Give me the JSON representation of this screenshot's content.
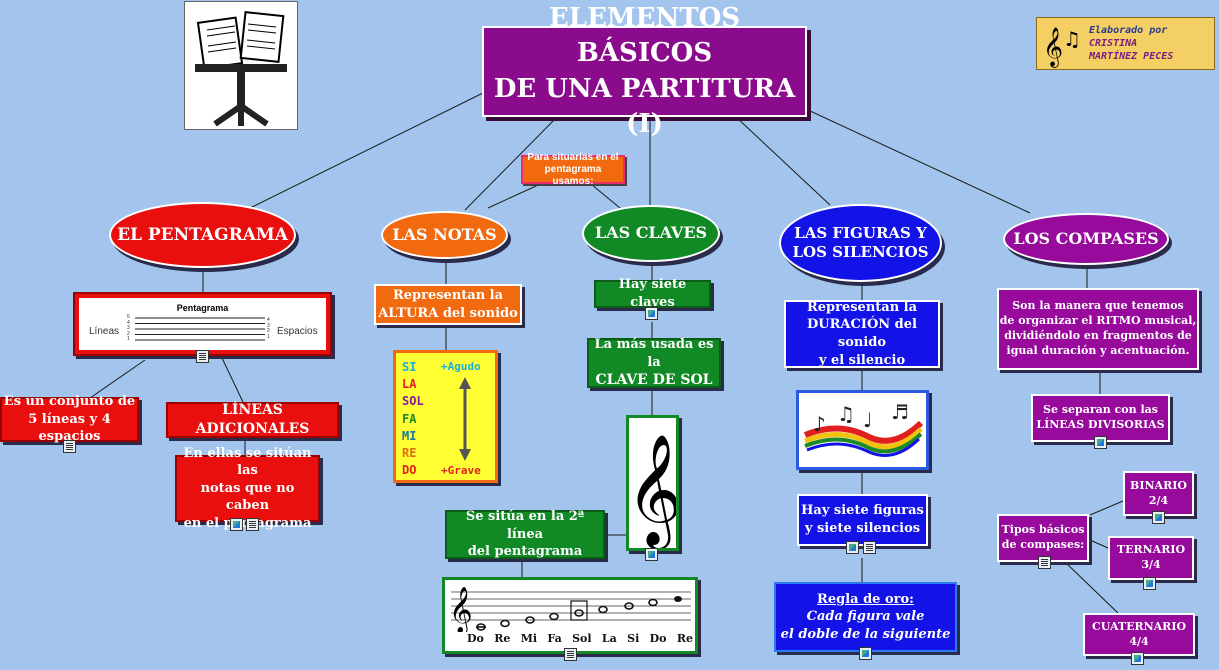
{
  "title": {
    "line1": "ELEMENTOS BÁSICOS",
    "line2": "DE UNA PARTITURA (I)"
  },
  "author": {
    "label": "Elaborado por",
    "name1": "CRISTINA",
    "name2": "MARTÍNEZ PECES"
  },
  "connector_note": {
    "line1": "Para situarlas en el",
    "line2": "pentagrama usamos:"
  },
  "pentagrama": {
    "node": "EL PENTAGRAMA",
    "figure_title": "Pentagrama",
    "left_label": "Líneas",
    "right_label": "Espacios",
    "line_numbers": [
      "5",
      "4",
      "3",
      "2",
      "1"
    ],
    "space_numbers": [
      "4",
      "3",
      "2",
      "1"
    ],
    "def": {
      "line1": "Es un conjunto de",
      "line2": "5 líneas y 4 espacios"
    },
    "extra": "LÍNEAS ADICIONALES",
    "extra_def": {
      "line1": "En ellas se sitúan las",
      "line2": "notas que no caben",
      "line3": "en el pentagrama"
    }
  },
  "notas": {
    "node": "LAS NOTAS",
    "def": {
      "line1": "Representan la",
      "line2": "ALTURA del sonido"
    },
    "scale": [
      "SI",
      "LA",
      "SOL",
      "FA",
      "MI",
      "RE",
      "DO"
    ],
    "high": "+Agudo",
    "low": "+Grave"
  },
  "claves": {
    "node": "LAS CLAVES",
    "count": "Hay siete claves",
    "used": {
      "line1": "La más usada es la",
      "line2": "CLAVE DE SOL"
    },
    "position": {
      "line1": "Se sitúa en la 2ª línea",
      "line2": "del pentagrama"
    },
    "staff_notes": [
      "Do",
      "Re",
      "Mi",
      "Fa",
      "Sol",
      "La",
      "Si",
      "Do",
      "Re"
    ]
  },
  "figuras": {
    "node": {
      "line1": "LAS FIGURAS Y",
      "line2": "LOS SILENCIOS"
    },
    "def": {
      "line1": "Representan la",
      "line2": "DURACIÓN del sonido",
      "line3": "y el silencio"
    },
    "count": {
      "line1": "Hay siete figuras",
      "line2": "y siete silencios"
    },
    "rule": {
      "line1": "Regla de oro:",
      "line2": "Cada figura vale",
      "line3": "el doble de la siguiente"
    }
  },
  "compases": {
    "node": "LOS COMPASES",
    "def": {
      "line1": "Son la manera que tenemos",
      "line2": "de organizar el RITMO musical,",
      "line3": "dividiéndolo en fragmentos de",
      "line4": "igual duración y acentuación."
    },
    "separate": {
      "line1": "Se separan con las",
      "line2": "LÍNEAS DIVISORIAS"
    },
    "types": {
      "line1": "Tipos básicos",
      "line2": "de compases:"
    },
    "binario": {
      "name": "BINARIO",
      "sig": "2/4"
    },
    "ternario": {
      "name": "TERNARIO",
      "sig": "3/4"
    },
    "cuaternario": {
      "name": "CUATERNARIO",
      "sig": "4/4"
    }
  },
  "colors": {
    "background": "#a3c4ec",
    "title": "#8a0c8c",
    "red": "#ea0f0f",
    "green": "#118a26",
    "blue": "#1313e8",
    "purple": "#970a9c",
    "orange": "#f26a10"
  }
}
